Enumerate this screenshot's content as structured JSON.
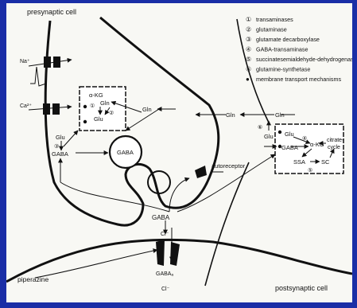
{
  "labels": {
    "presynaptic": "presynaptic cell",
    "postsynaptic": "postsynaptic cell",
    "piperazine": "piperazine",
    "na": "Na⁺",
    "ca": "Ca²⁺",
    "autoreceptor": "autoreceptor",
    "gaba_a": "GABAₐ",
    "cl_upper": "Cl⁻",
    "cl_lower": "Cl⁻"
  },
  "legend": [
    {
      "num": "①",
      "text": "transaminases"
    },
    {
      "num": "②",
      "text": "glutaminase"
    },
    {
      "num": "③",
      "text": "glutamate decarboxylase"
    },
    {
      "num": "④",
      "text": "GABA-transaminase"
    },
    {
      "num": "⑤",
      "text": "succinatesemialdehyde-dehydrogenase"
    },
    {
      "num": "⑥",
      "text": "glutamine-synthetase"
    },
    {
      "num": "●",
      "text": "membrane transport mechanisms"
    }
  ],
  "mito_left": {
    "akg": "α-KG",
    "gln": "Gln",
    "glu": "Glu",
    "n1": "①",
    "n2": "②"
  },
  "mito_right": {
    "glu": "Glu",
    "gaba": "GABA",
    "akg": "α-KG",
    "ssa": "SSA",
    "sc": "SC",
    "citrate": "citrate-",
    "cycle": "cycle",
    "n4": "④",
    "n5": "⑤"
  },
  "molecules": {
    "gln_a": "Gln",
    "gln_b": "Gln",
    "gln_c": "Gln",
    "glu_left": "Glu",
    "gaba_left": "GABA",
    "n3": "③",
    "gaba_vesicle": "GABA",
    "gaba_cleft": "GABA",
    "glu_right": "Glu",
    "n6": "⑥"
  },
  "colors": {
    "background": "#1a2ea6",
    "panel": "#f8f8f4",
    "ink": "#111111"
  }
}
